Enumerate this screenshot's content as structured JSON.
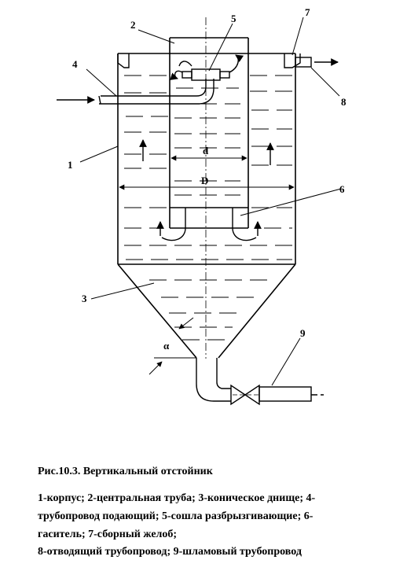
{
  "labels": {
    "n1": "1",
    "n2": "2",
    "n3": "3",
    "n4": "4",
    "n5": "5",
    "n6": "6",
    "n7": "7",
    "n8": "8",
    "n9": "9",
    "d": "d",
    "D": "D",
    "alpha": "α"
  },
  "caption": "Рис.10.3. Вертикальный отстойник",
  "legend_lines": [
    "1-корпус; 2-центральная труба; 3-коническое днище; 4-",
    "трубопровод подающий; 5-сошла разбрызгивающие; 6-",
    "гаситель; 7-сборный желоб;",
    "8-отводящий трубопровод; 9-шламовый трубопровод"
  ]
}
